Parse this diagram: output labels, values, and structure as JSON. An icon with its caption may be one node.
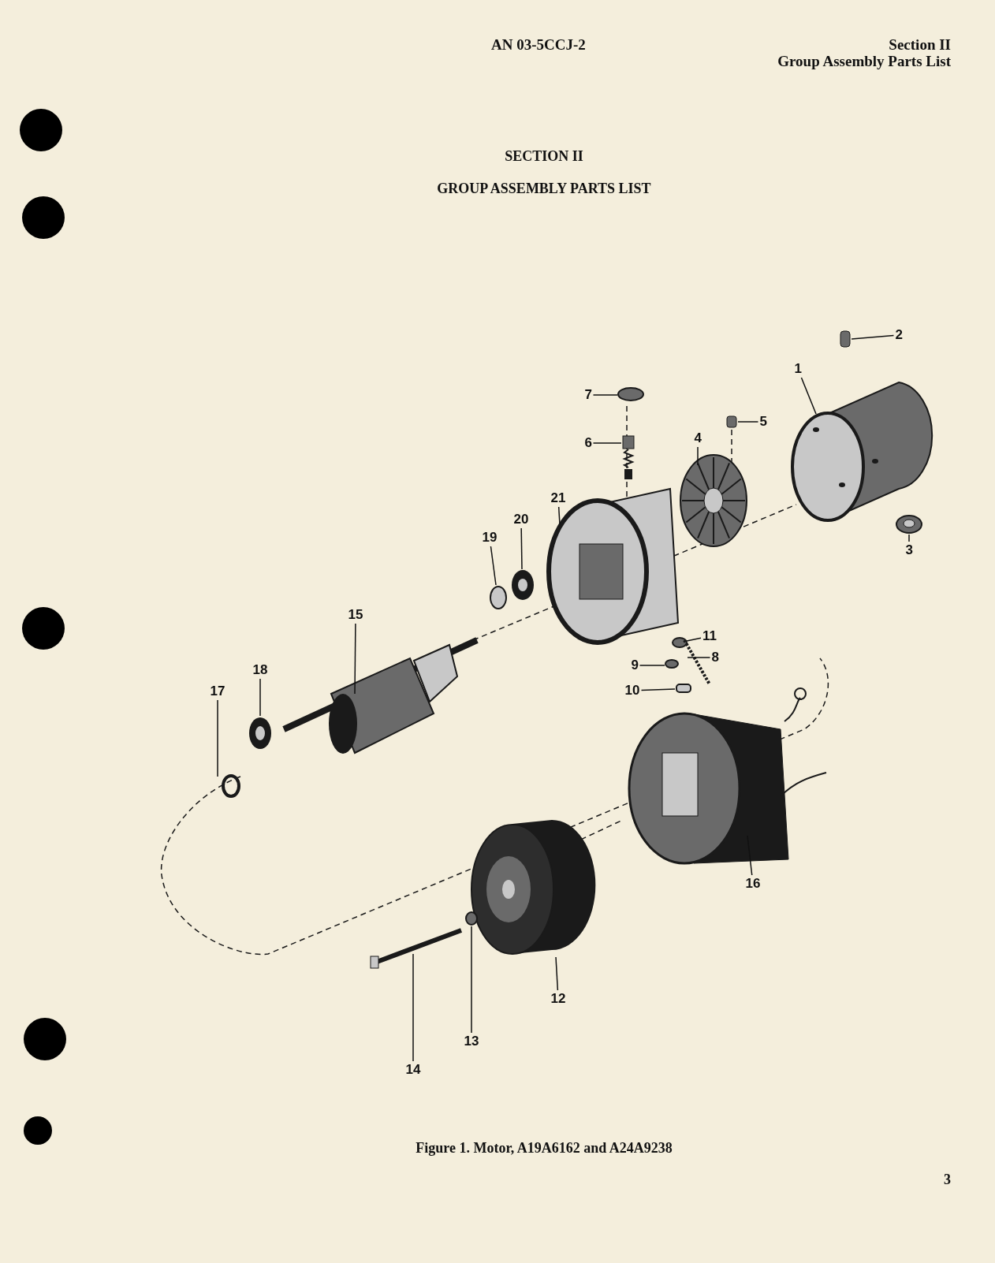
{
  "diagram": {
    "title": "GROUP ASSEMBLY PARTS LIST",
    "caption": "Figure 1. Motor, A19A6162 and A24A9238",
    "nodes": [
      {
        "text": [
          "1"
        ]
      },
      {
        "text": [
          "2"
        ]
      },
      {
        "text": [
          "3"
        ]
      },
      {
        "text": [
          "4"
        ]
      },
      {
        "text": [
          "5"
        ]
      },
      {
        "text": [
          "6"
        ]
      },
      {
        "text": [
          "7"
        ]
      },
      {
        "text": [
          "8"
        ]
      },
      {
        "text": [
          "9"
        ]
      },
      {
        "text": [
          "10"
        ]
      },
      {
        "text": [
          "11"
        ]
      },
      {
        "text": [
          "12"
        ]
      },
      {
        "text": [
          "13"
        ]
      },
      {
        "text": [
          "14"
        ]
      },
      {
        "text": [
          "15"
        ]
      },
      {
        "text": [
          "16"
        ]
      },
      {
        "text": [
          "17"
        ]
      },
      {
        "text": [
          "18"
        ]
      },
      {
        "text": [
          "19"
        ]
      },
      {
        "text": [
          "20"
        ]
      },
      {
        "text": [
          "21"
        ]
      }
    ],
    "edges": [
      {
        "from": 0,
        "to": null,
        "arrow": "none"
      },
      {
        "from": 1,
        "to": null,
        "arrow": "none"
      },
      {
        "from": 2,
        "to": null,
        "arrow": "none"
      },
      {
        "from": 3,
        "to": null,
        "arrow": "none"
      },
      {
        "from": 4,
        "to": null,
        "arrow": "none"
      },
      {
        "from": 5,
        "to": null,
        "arrow": "none"
      },
      {
        "from": 6,
        "to": null,
        "arrow": "none"
      },
      {
        "from": 7,
        "to": null,
        "arrow": "none"
      },
      {
        "from": 8,
        "to": null,
        "arrow": "none"
      },
      {
        "from": 9,
        "to": null,
        "arrow": "none"
      },
      {
        "from": 10,
        "to": null,
        "arrow": "none"
      },
      {
        "from": 11,
        "to": null,
        "arrow": "none"
      },
      {
        "from": 12,
        "to": null,
        "arrow": "none"
      },
      {
        "from": 13,
        "to": null,
        "arrow": "none"
      },
      {
        "from": 14,
        "to": null,
        "arrow": "none"
      },
      {
        "from": 15,
        "to": null,
        "arrow": "none"
      },
      {
        "from": 16,
        "to": null,
        "arrow": "none"
      },
      {
        "from": 17,
        "to": null,
        "arrow": "none"
      },
      {
        "from": 18,
        "to": null,
        "arrow": "none"
      },
      {
        "from": 19,
        "to": null,
        "arrow": "none"
      },
      {
        "from": 20,
        "to": null,
        "arrow": "none"
      }
    ],
    "labels": [
      "AN 03-5CCJ-2",
      "Section II",
      "Group Assembly Parts List",
      "SECTION II",
      "3"
    ]
  }
}
